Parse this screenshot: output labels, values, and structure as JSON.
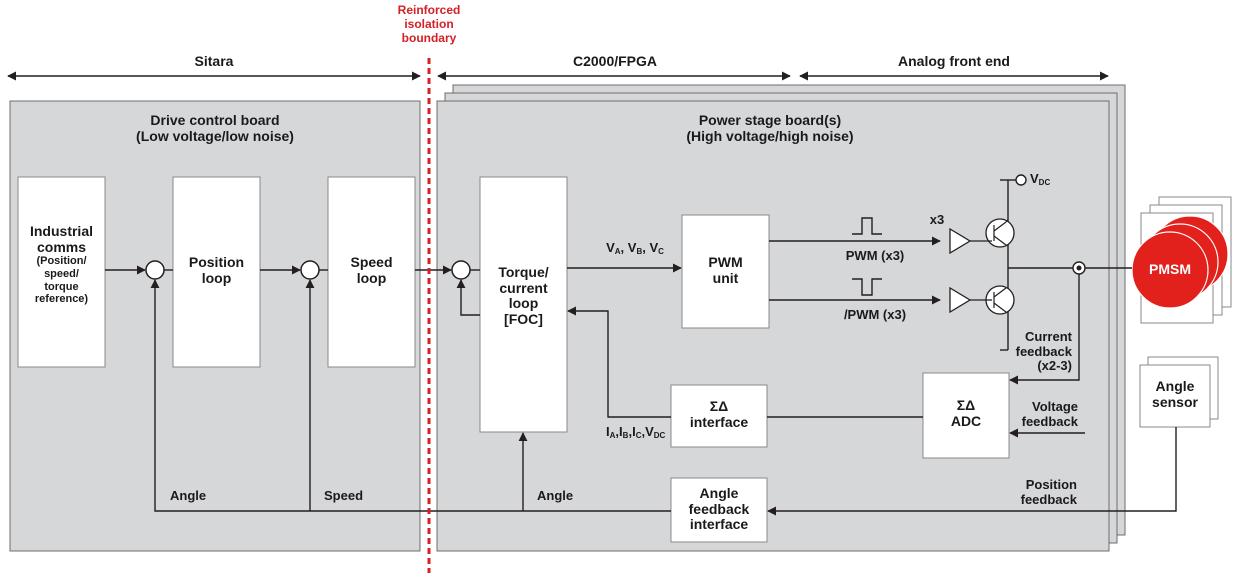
{
  "isolation": {
    "l1": "Reinforced",
    "l2": "isolation",
    "l3": "boundary"
  },
  "spans": {
    "sitara": "Sitara",
    "c2000": "C2000/FPGA",
    "afe": "Analog front end"
  },
  "drive_board": {
    "title": "Drive control board",
    "subtitle": "(Low voltage/low noise)"
  },
  "power_board": {
    "title": "Power stage board(s)",
    "subtitle": "(High voltage/high noise)"
  },
  "blocks": {
    "industrial": {
      "l1": "Industrial",
      "l2": "comms",
      "l3": "(Position/",
      "l4": "speed/",
      "l5": "torque",
      "l6": "reference)"
    },
    "position": {
      "l1": "Position",
      "l2": "loop"
    },
    "speed": {
      "l1": "Speed",
      "l2": "loop"
    },
    "torque": {
      "l1": "Torque/",
      "l2": "current",
      "l3": "loop",
      "l4": "[FOC]"
    },
    "pwm": {
      "l1": "PWM",
      "l2": "unit"
    },
    "sd_iface": {
      "l1": "ΣΔ",
      "l2": "interface"
    },
    "sd_adc": {
      "l1": "ΣΔ",
      "l2": "ADC"
    },
    "angle_iface": {
      "l1": "Angle",
      "l2": "feedback",
      "l3": "interface"
    },
    "angle_sensor": {
      "l1": "Angle",
      "l2": "sensor"
    },
    "pmsm": "PMSM"
  },
  "signals": {
    "vabc": {
      "v": "V",
      "a": "A",
      "b": "B",
      "c": "C",
      "sep": ", "
    },
    "iabc": {
      "i": "I",
      "a": "A",
      "b": "B",
      "c": "C",
      "v": "V",
      "dc": "DC",
      "sep": ","
    },
    "vdc": {
      "v": "V",
      "sub": "DC"
    },
    "pwm": "PWM (x3)",
    "npwm": "/PWM (x3)",
    "x3": "x3",
    "current_fb": {
      "l1": "Current",
      "l2": "feedback",
      "l3": "(x2-3)"
    },
    "voltage_fb": {
      "l1": "Voltage",
      "l2": "feedback"
    },
    "position_fb": {
      "l1": "Position",
      "l2": "feedback"
    },
    "angle1": "Angle",
    "speed": "Speed",
    "angle2": "Angle"
  },
  "colors": {
    "board": "#d6d7d9",
    "board_border": "#6e6e6e",
    "isolation": "#d42027",
    "pmsm": "#e2211c",
    "line": "#231f20"
  }
}
